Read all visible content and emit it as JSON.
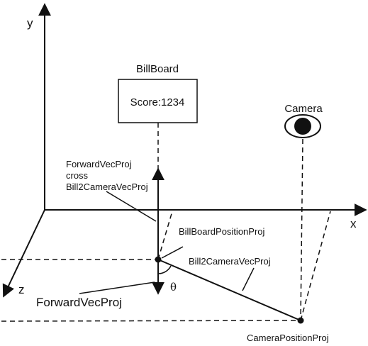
{
  "axes": {
    "x": "x",
    "y": "y",
    "z": "z"
  },
  "billboard": {
    "title": "BillBoard",
    "score": "Score:1234"
  },
  "camera": {
    "label": "Camera"
  },
  "labels": {
    "cross_line1": "ForwardVecProj",
    "cross_line2": "cross",
    "cross_line3": "Bill2CameraVecProj",
    "billboard_position_proj": "BillBoardPositionProj",
    "bill2camera_vec_proj": "Bill2CameraVecProj",
    "forward_vec_proj": "ForwardVecProj",
    "theta": "θ",
    "camera_position_proj": "CameraPositionProj"
  }
}
